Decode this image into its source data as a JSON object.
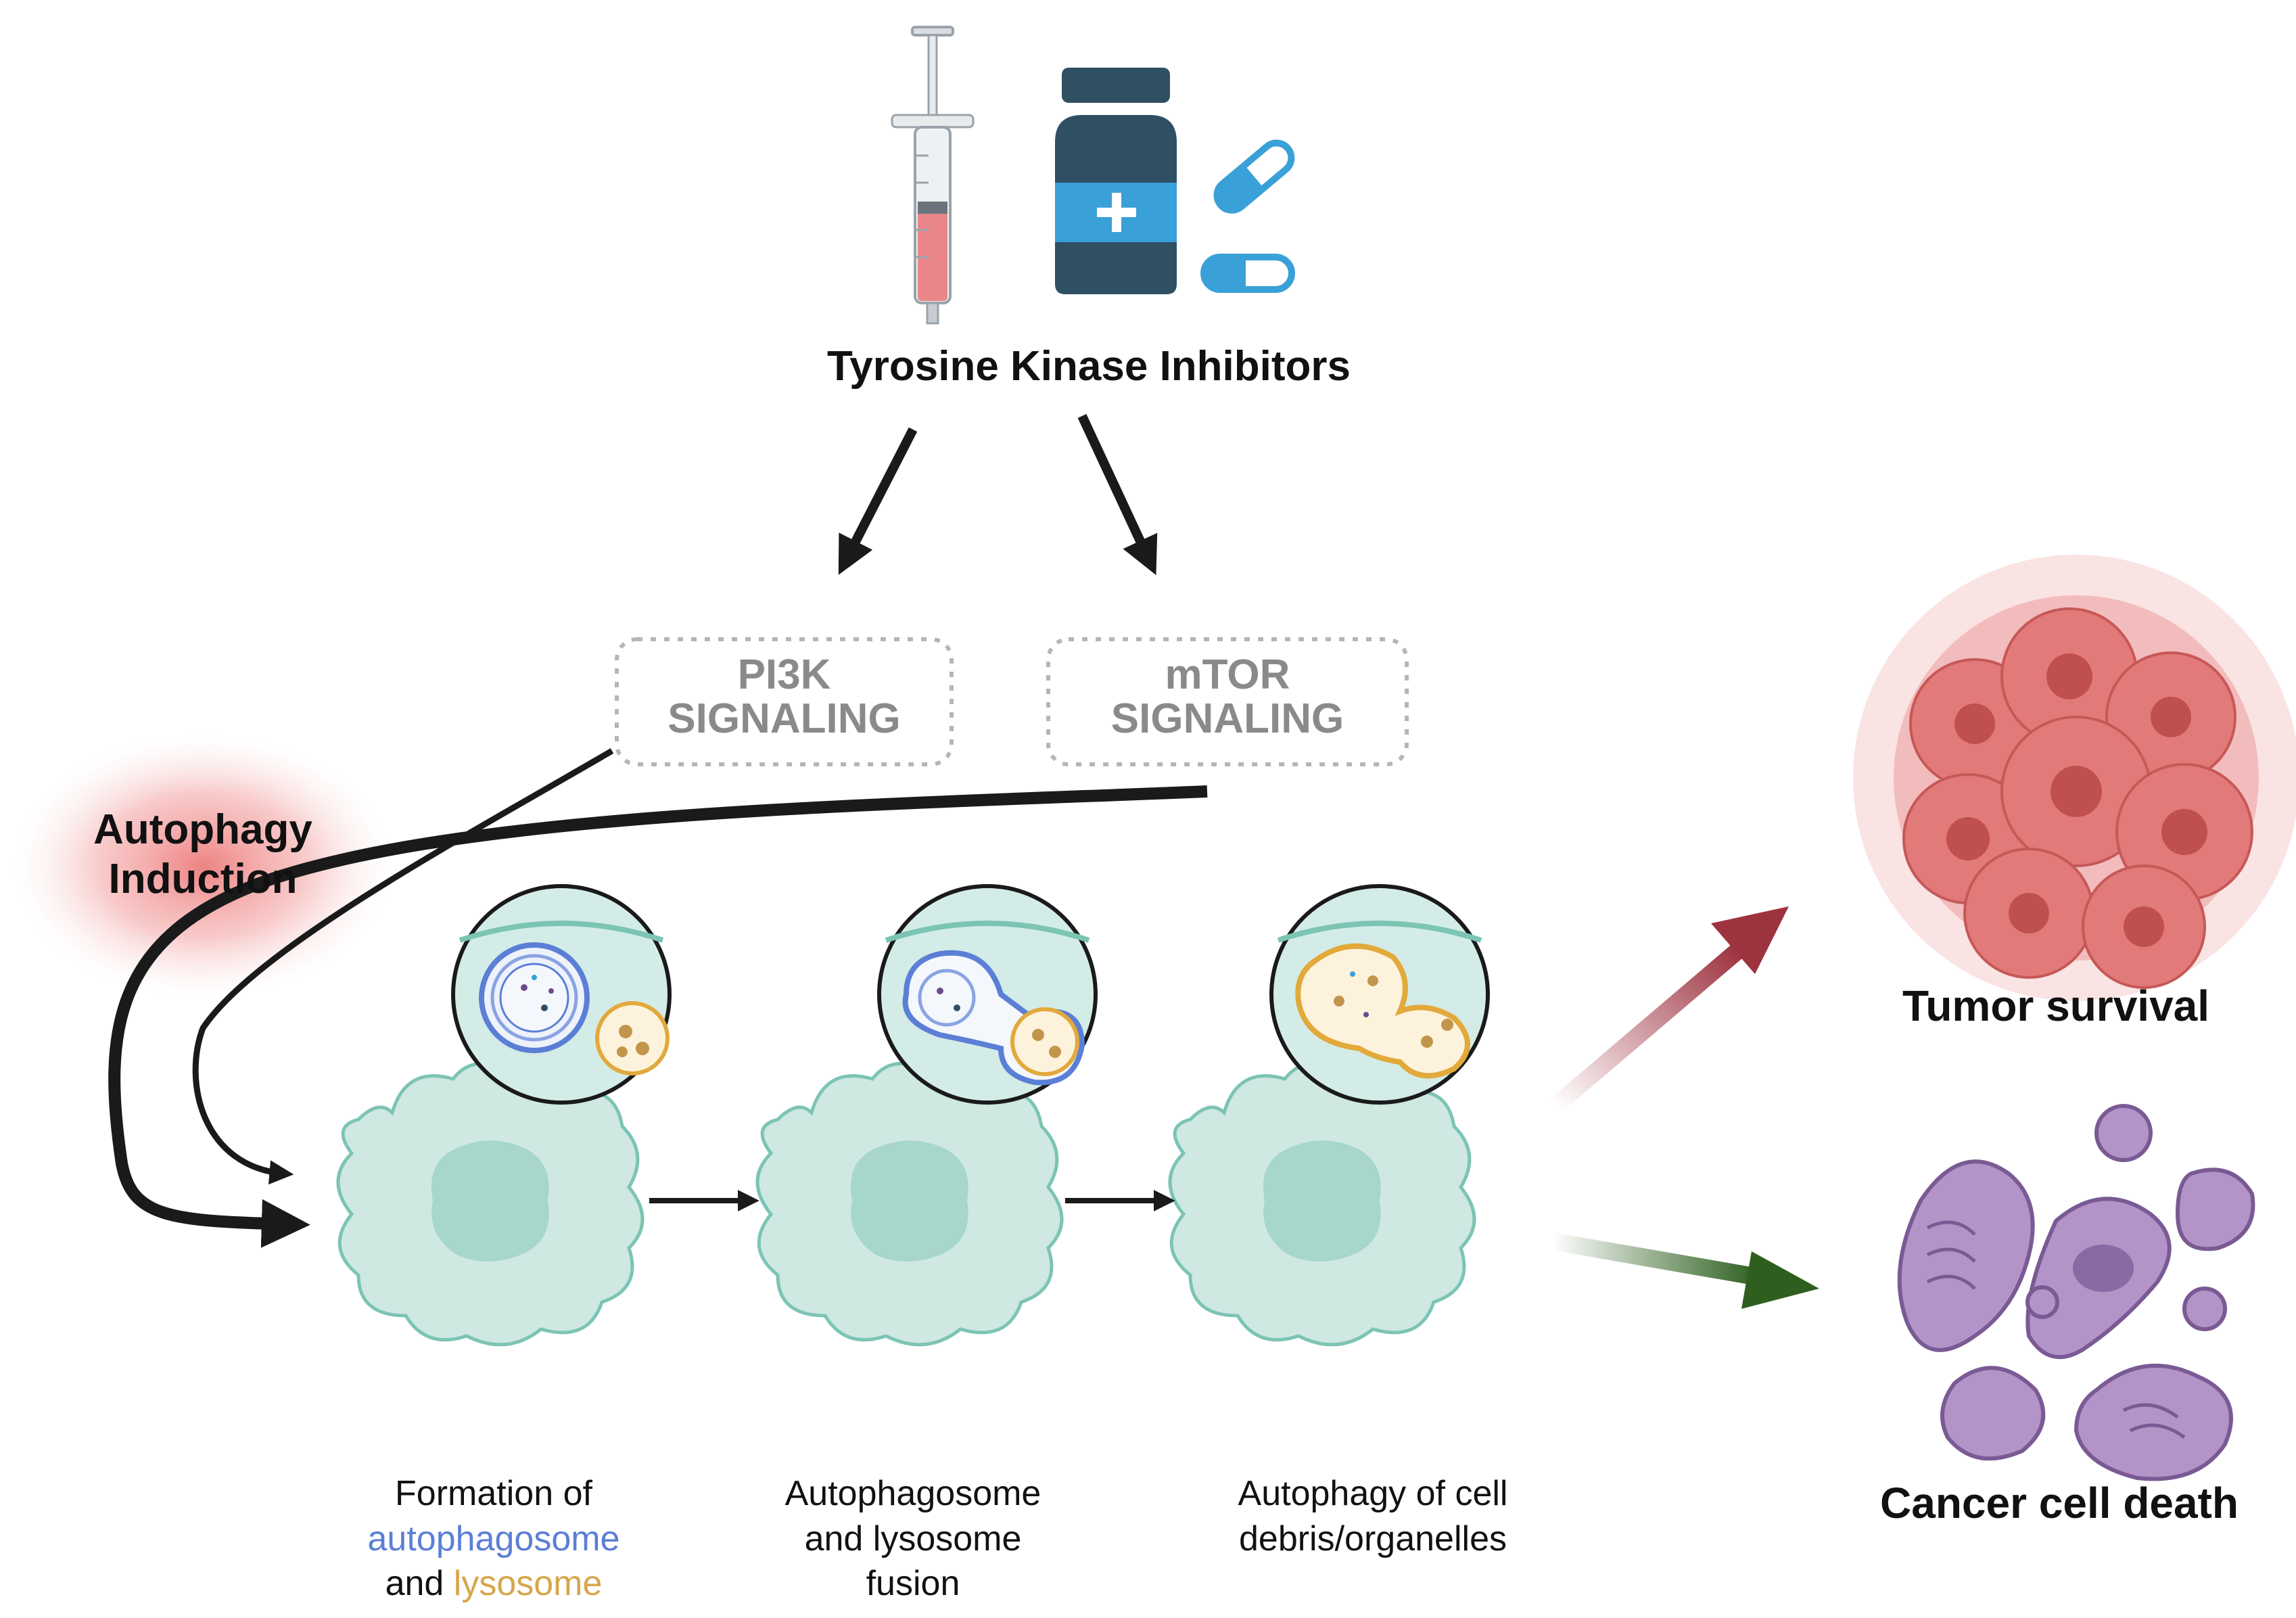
{
  "title": "Tyrosine Kinase Inhibitors",
  "pi3k": {
    "line1": "PI3K",
    "line2": "SIGNALING"
  },
  "mtor": {
    "line1": "mTOR",
    "line2": "SIGNALING"
  },
  "induction": {
    "line1": "Autophagy",
    "line2": "Induction"
  },
  "stage1": {
    "line1": "Formation of",
    "blue": "autophagosome",
    "and": "and ",
    "gold": "lysosome"
  },
  "stage2": {
    "line1": "Autophagosome",
    "line2": "and lysosome",
    "line3": "fusion"
  },
  "stage3": {
    "line1": "Autophagy of cell",
    "line2": "debris/organelles"
  },
  "outcome_survival": "Tumor survival",
  "outcome_death": "Cancer cell death",
  "colors": {
    "autophagosome": "#5b7fd6",
    "lysosome": "#d7a64a",
    "cell": "#cfe8e2",
    "tumor": "#e27a7a",
    "dead_cell": "#a98bbd",
    "survival_arrow": "#9e3340",
    "death_arrow": "#2e5f1f",
    "drug_bottle": "#2f4f63",
    "drug_label": "#3aa0d8"
  },
  "icons": [
    "syringe-icon",
    "pill-bottle-icon",
    "capsule-icon",
    "tumor-cluster-icon",
    "dead-cell-icon"
  ]
}
